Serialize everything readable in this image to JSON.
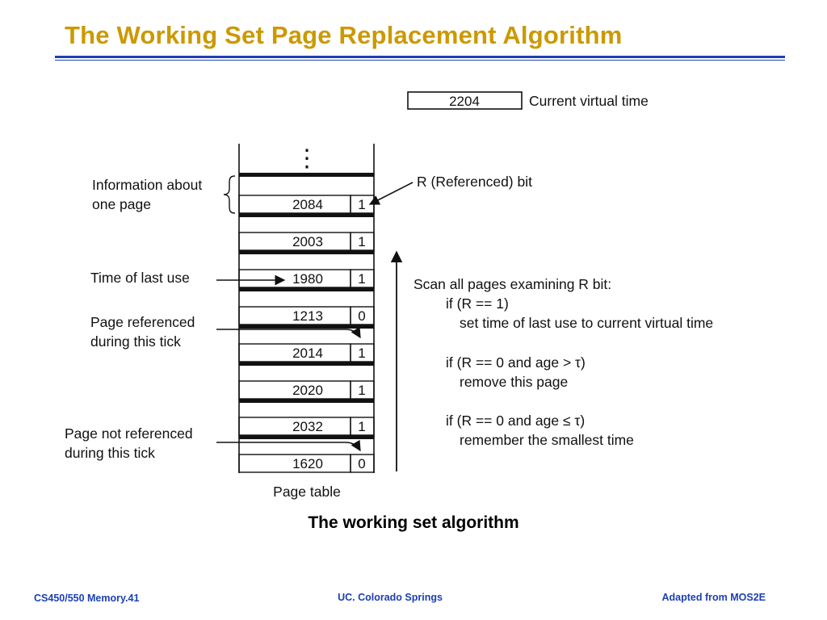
{
  "slide": {
    "title": "The Working Set Page Replacement Algorithm",
    "caption": "The working set algorithm"
  },
  "diagram": {
    "current_time_value": "2204",
    "current_time_label": "Current virtual time",
    "ellipsis": "⋮",
    "rows": [
      {
        "time": "2084",
        "r": "1"
      },
      {
        "time": "2003",
        "r": "1"
      },
      {
        "time": "1980",
        "r": "1"
      },
      {
        "time": "1213",
        "r": "0"
      },
      {
        "time": "2014",
        "r": "1"
      },
      {
        "time": "2020",
        "r": "1"
      },
      {
        "time": "2032",
        "r": "1"
      },
      {
        "time": "1620",
        "r": "0"
      }
    ],
    "labels": {
      "info_line1": "Information about",
      "info_line2": "one page",
      "r_bit": "R (Referenced) bit",
      "time_last_use": "Time of last use",
      "ref_line1": "Page referenced",
      "ref_line2": "during this tick",
      "notref_line1": "Page not referenced",
      "notref_line2": "during this tick",
      "page_table": "Page table"
    },
    "scan": {
      "heading": "Scan all pages examining R bit:",
      "cond1": "if (R == 1)",
      "act1": "set time of last use to current virtual time",
      "cond2": "if (R == 0 and age > τ)",
      "act2": "remove this page",
      "cond3": "if (R == 0 and age ≤ τ)",
      "act3": "remember the smallest time"
    }
  },
  "footer": {
    "left": "CS450/550 Memory.41",
    "center": "UC. Colorado Springs",
    "right": "Adapted from MOS2E"
  },
  "colors": {
    "title": "#cc9900",
    "accent_blue": "#1c3fb6"
  }
}
